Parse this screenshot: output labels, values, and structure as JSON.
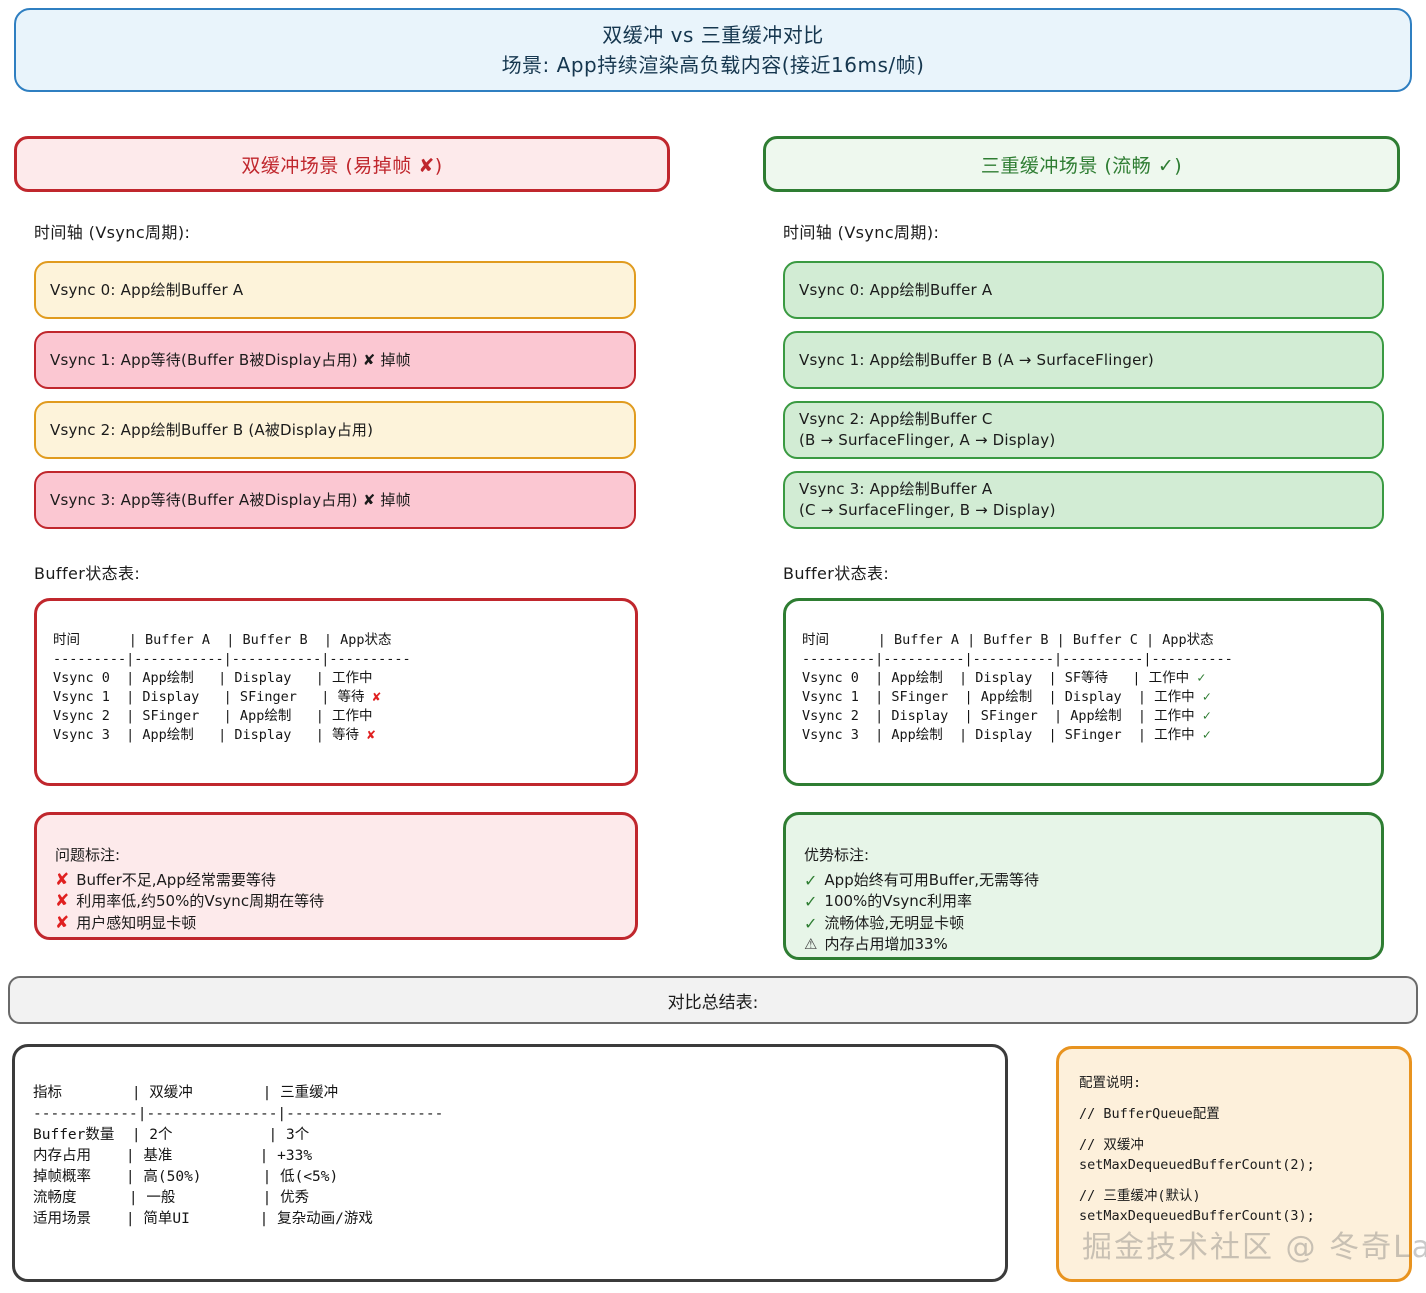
{
  "title": {
    "line1": "双缓冲 vs 三重缓冲对比",
    "line2": "场景: App持续渲染高负载内容(接近16ms/帧)"
  },
  "colors": {
    "title_border": "#2f7fc1",
    "title_fill": "#e9f4fb",
    "red_border": "#c0272d",
    "red_fill": "#fdeaeb",
    "pink_fill": "#fbc7d2",
    "orange_border": "#e09b1f",
    "orange_fill": "#fdf3da",
    "green_border": "#2e7d32",
    "green_fill": "#eef8ee",
    "green_box_fill": "#d2ecd4",
    "gray_border": "#6a6a6a",
    "gray_fill": "#f2f2f2",
    "config_border": "#e8931f",
    "config_fill": "#fdf0db"
  },
  "left": {
    "header": "双缓冲场景 (易掉帧 ✘)",
    "timeline_label": "时间轴 (Vsync周期):",
    "timeline": [
      {
        "text": "Vsync 0: App绘制Buffer A",
        "style": "orange"
      },
      {
        "text": "Vsync 1: App等待(Buffer B被Display占用) ✘ 掉帧",
        "style": "pink"
      },
      {
        "text": "Vsync 2: App绘制Buffer B (A被Display占用)",
        "style": "orange"
      },
      {
        "text": "Vsync 3: App等待(Buffer A被Display占用) ✘ 掉帧",
        "style": "pink"
      }
    ],
    "table_label": "Buffer状态表:",
    "table": {
      "header": "时间      | Buffer A  | Buffer B  | App状态",
      "divider": "---------|-----------|-----------|----------",
      "rows": [
        "Vsync 0  | App绘制   | Display   | 工作中",
        "Vsync 1  | Display   | SFinger   | 等待 ",
        "Vsync 2  | SFinger   | App绘制   | 工作中",
        "Vsync 3  | App绘制   | Display   | 等待 "
      ],
      "row_marks": [
        "",
        "✘",
        "",
        "✘"
      ]
    },
    "notes": {
      "title": "问题标注:",
      "items": [
        {
          "mark": "✘",
          "mark_type": "x",
          "text": "Buffer不足,App经常需要等待"
        },
        {
          "mark": "✘",
          "mark_type": "x",
          "text": "利用率低,约50%的Vsync周期在等待"
        },
        {
          "mark": "✘",
          "mark_type": "x",
          "text": "用户感知明显卡顿"
        }
      ]
    }
  },
  "right": {
    "header": "三重缓冲场景 (流畅 ✓)",
    "timeline_label": "时间轴 (Vsync周期):",
    "timeline": [
      {
        "text": "Vsync 0: App绘制Buffer A",
        "style": "green"
      },
      {
        "text": "Vsync 1: App绘制Buffer B (A → SurfaceFlinger)",
        "style": "green"
      },
      {
        "text": "Vsync 2: App绘制Buffer C\n(B → SurfaceFlinger, A → Display)",
        "style": "green"
      },
      {
        "text": "Vsync 3: App绘制Buffer A\n(C → SurfaceFlinger, B → Display)",
        "style": "green"
      }
    ],
    "table_label": "Buffer状态表:",
    "table": {
      "header": "时间      | Buffer A | Buffer B | Buffer C | App状态",
      "divider": "---------|----------|----------|----------|----------",
      "rows": [
        "Vsync 0  | App绘制  | Display  | SF等待   | 工作中 ",
        "Vsync 1  | SFinger  | App绘制  | Display  | 工作中 ",
        "Vsync 2  | Display  | SFinger  | App绘制  | 工作中 ",
        "Vsync 3  | App绘制  | Display  | SFinger  | 工作中 "
      ],
      "row_marks": [
        "✓",
        "✓",
        "✓",
        "✓"
      ]
    },
    "notes": {
      "title": "优势标注:",
      "items": [
        {
          "mark": "✓",
          "mark_type": "chk",
          "text": "App始终有可用Buffer,无需等待"
        },
        {
          "mark": "✓",
          "mark_type": "chk",
          "text": "100%的Vsync利用率"
        },
        {
          "mark": "✓",
          "mark_type": "chk",
          "text": "流畅体验,无明显卡顿"
        },
        {
          "mark": "⚠",
          "mark_type": "warn",
          "text": "内存占用增加33%"
        }
      ]
    }
  },
  "summary": {
    "banner": "对比总结表:",
    "table": {
      "header": "指标        | 双缓冲        | 三重缓冲",
      "divider": "------------|---------------|------------------",
      "rows": [
        "Buffer数量  | 2个           | 3个",
        "内存占用    | 基准          | +33%",
        "掉帧概率    | 高(50%)       | 低(<5%)",
        "流畅度      | 一般          | 优秀",
        "适用场景    | 简单UI        | 复杂动画/游戏"
      ]
    }
  },
  "config": {
    "title": "配置说明:",
    "comment_queue": "// BufferQueue配置",
    "comment_double": "// 双缓冲",
    "code_double": "setMaxDequeuedBufferCount(2);",
    "comment_triple": "// 三重缓冲(默认)",
    "code_triple": "setMaxDequeuedBufferCount(3);"
  },
  "watermark": "掘金技术社区 @ 冬奇Lab"
}
